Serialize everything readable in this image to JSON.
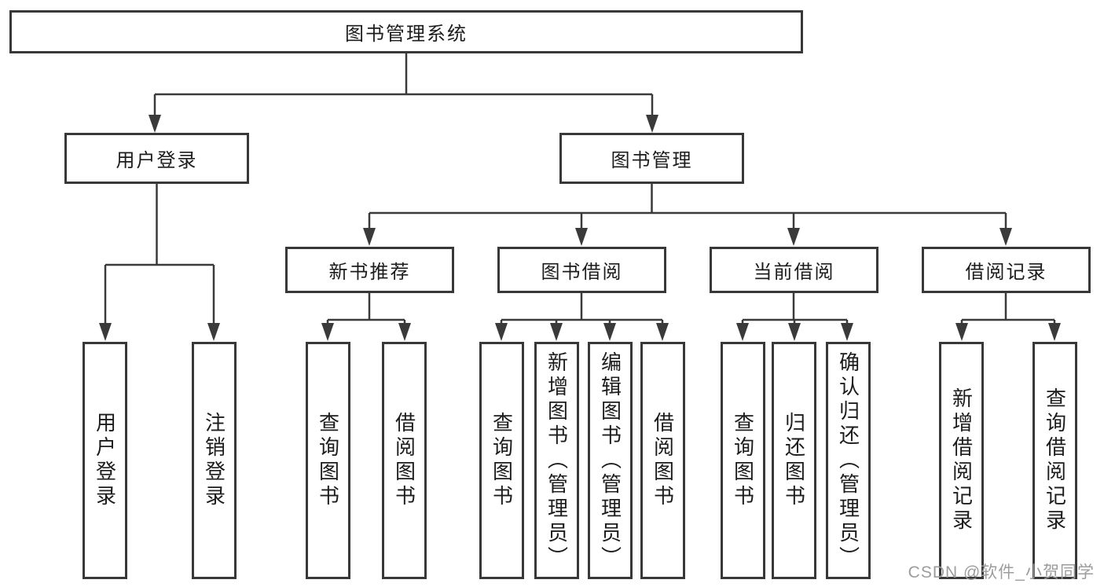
{
  "tree": {
    "label": "图书管理系统",
    "children": [
      {
        "label": "用户登录",
        "children": [
          {
            "label": "用户登录"
          },
          {
            "label": "注销登录"
          }
        ]
      },
      {
        "label": "图书管理",
        "children": [
          {
            "label": "新书推荐",
            "children": [
              {
                "label": "查询图书"
              },
              {
                "label": "借阅图书"
              }
            ]
          },
          {
            "label": "图书借阅",
            "children": [
              {
                "label": "查询图书"
              },
              {
                "label": "新增图书（管理员）"
              },
              {
                "label": "编辑图书（管理员）"
              },
              {
                "label": "借阅图书"
              }
            ]
          },
          {
            "label": "当前借阅",
            "children": [
              {
                "label": "查询图书"
              },
              {
                "label": "归还图书"
              },
              {
                "label": "确认归还（管理员）"
              }
            ]
          },
          {
            "label": "借阅记录",
            "children": [
              {
                "label": "新增借阅记录"
              },
              {
                "label": "查询借阅记录"
              }
            ]
          }
        ]
      }
    ]
  },
  "watermark": {
    "text": "CSDN @软件_小贺同学",
    "color": "#9c9c9c"
  },
  "colors": {
    "line": "#3a3a3a",
    "box_border": "#383838",
    "text": "#1c1c1c",
    "background": "#ffffff"
  }
}
